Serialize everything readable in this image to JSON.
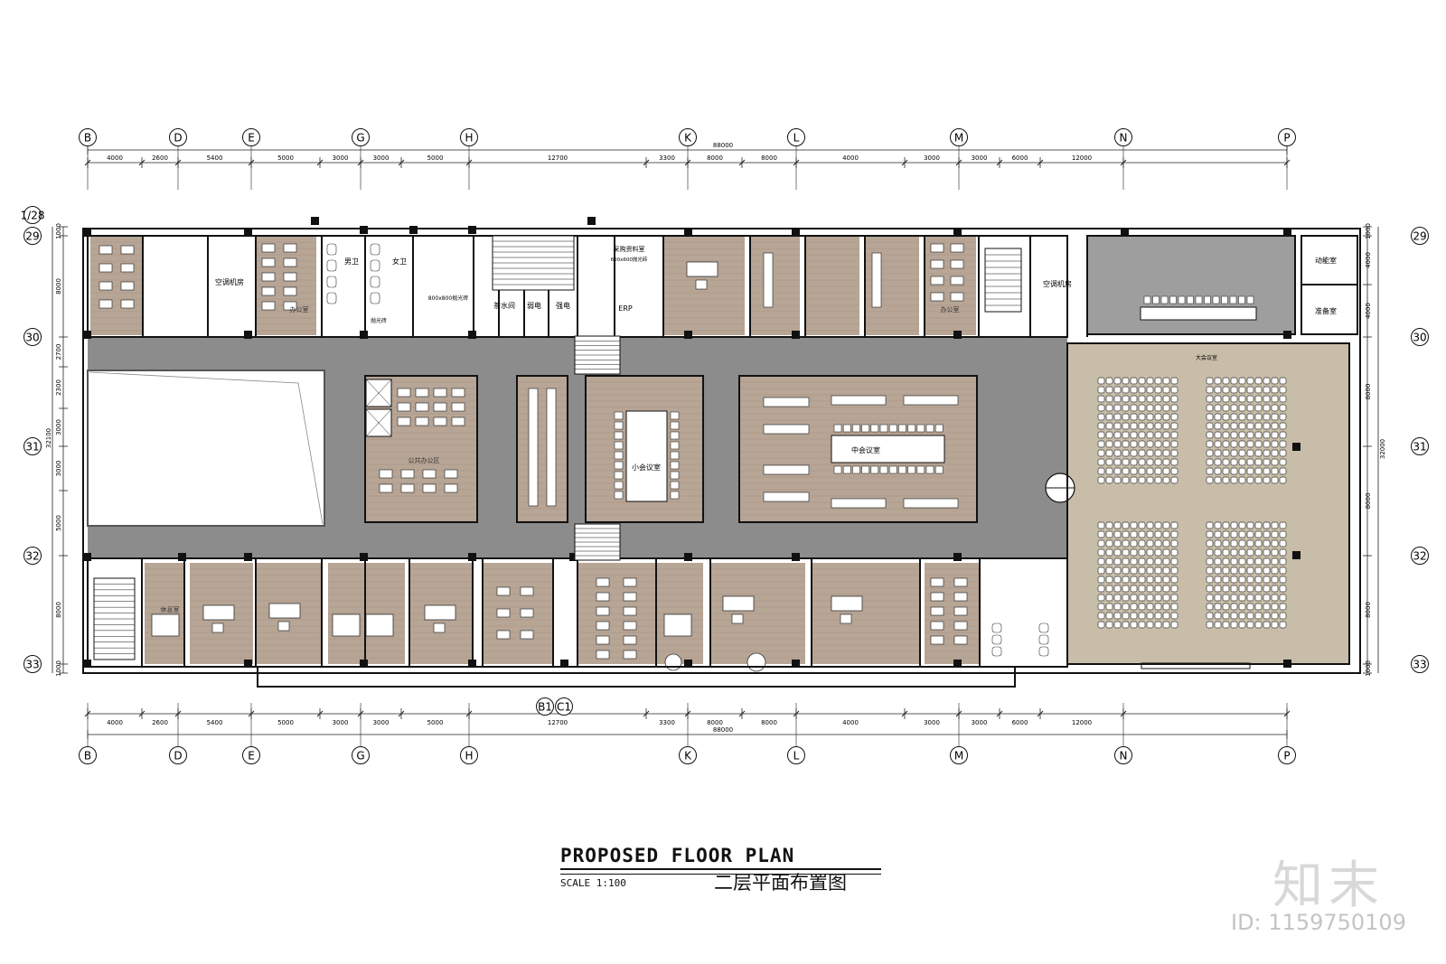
{
  "grid": {
    "columns": [
      "B",
      "D",
      "E",
      "G",
      "H",
      "K",
      "L",
      "M",
      "N",
      "P"
    ],
    "rows": [
      "29",
      "30",
      "31",
      "32",
      "33"
    ],
    "total_width": "88000",
    "spans": [
      "4000",
      "2600",
      "5400",
      "5000",
      "3000",
      "3000",
      "5000",
      "12700",
      "3300",
      "8000",
      "8000",
      "4000",
      "3000",
      "3000",
      "6000",
      "12000"
    ],
    "total_depth_left": "32100",
    "total_depth_right": "32000",
    "left_spans": [
      "1000",
      "8000",
      "2700",
      "2300",
      "3000",
      "3000",
      "5000",
      "8000",
      "1000"
    ],
    "right_spans": [
      "1000",
      "4000",
      "4000",
      "8000",
      "8000",
      "8000",
      "1000"
    ],
    "corner_label": "1/28",
    "lower_axes": [
      "B1",
      "C1"
    ]
  },
  "rooms": {
    "ac_room": "空调机房",
    "mens_wc": "男卫",
    "womens_wc": "女卫",
    "tile": "800x800抛光砖",
    "polished_tile": "抛光砖",
    "purchase_archive": "采购资料室",
    "purchase_tile": "600x600抛光砖",
    "tea_room": "茶水间",
    "weak_elec": "弱电",
    "strong_elec": "强电",
    "erp": "ERP",
    "ac_room_2": "空调机房",
    "power_room": "动能室",
    "prep_room": "准备室",
    "big_hall": "大会议室",
    "small_meeting": "小会议室",
    "mid_meeting": "中会议室",
    "office": "办公室",
    "public_office": "公共办公区",
    "lounge": "休息室"
  },
  "title": {
    "en": "PROPOSED FLOOR PLAN",
    "scale": "SCALE 1:100",
    "cn": "二层平面布置图"
  },
  "brand": {
    "name": "知末",
    "id": "ID: 1159750109"
  },
  "colors": {
    "corridor": "#8c8c8c",
    "floor_wood": "#b7a595",
    "hall": "#c8bda8",
    "stage": "#9e9e9e",
    "wall": "#111111"
  }
}
